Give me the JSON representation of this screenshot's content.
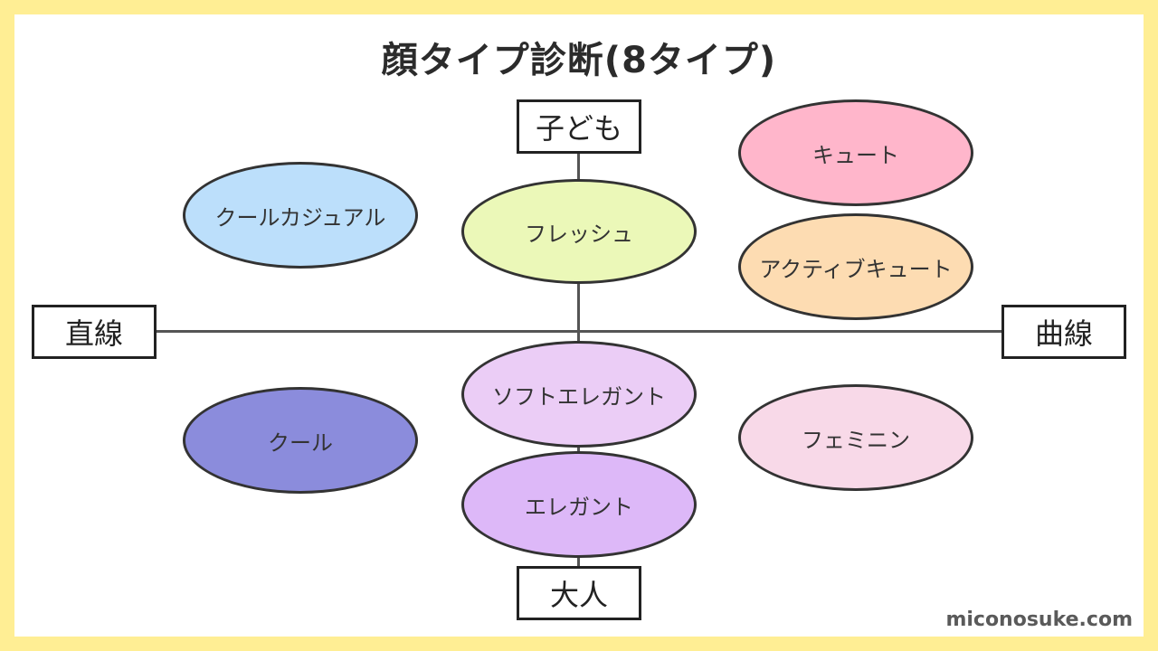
{
  "title": "顔タイプ診断(8タイプ)",
  "axes": {
    "top": "子ども",
    "bottom": "大人",
    "left": "直線",
    "right": "曲線"
  },
  "types": {
    "cool_casual": {
      "label": "クールカジュアル",
      "color": "#BCDFFB"
    },
    "fresh": {
      "label": "フレッシュ",
      "color": "#EBF8B8"
    },
    "cute": {
      "label": "キュート",
      "color": "#FFB6CB"
    },
    "active_cute": {
      "label": "アクティブキュート",
      "color": "#FDDCB2"
    },
    "soft_elegant": {
      "label": "ソフトエレガント",
      "color": "#EBCDF6"
    },
    "cool": {
      "label": "クール",
      "color": "#8B8CDC"
    },
    "feminine": {
      "label": "フェミニン",
      "color": "#F8D9E8"
    },
    "elegant": {
      "label": "エレガント",
      "color": "#DDB8F8"
    }
  },
  "frame_color": "#FFEE94",
  "watermark": "miconosuke.com"
}
